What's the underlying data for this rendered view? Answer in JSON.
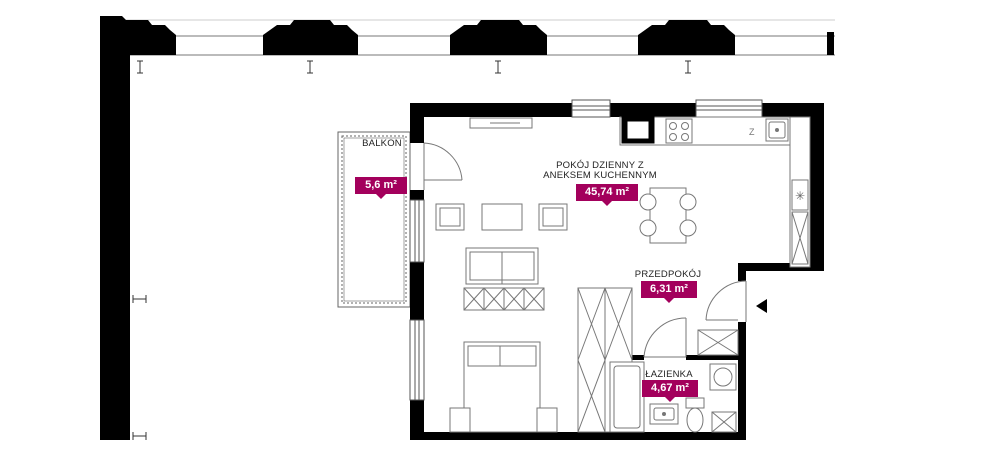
{
  "colors": {
    "accent": "#a3005c",
    "wall": "#000000",
    "line": "#777777",
    "background": "#ffffff"
  },
  "rooms": {
    "balkon": {
      "name": "BALKON",
      "area": "5,6 m²"
    },
    "living": {
      "name_line1": "POKÓJ DZIENNY Z",
      "name_line2": "ANEKSEM KUCHENNYM",
      "area": "45,74 m²"
    },
    "przedpokoj": {
      "name": "PRZEDPOKÓJ",
      "area": "6,31 m²"
    },
    "lazienka": {
      "name": "ŁAZIENKA",
      "area": "4,67 m²"
    }
  },
  "symbols": {
    "entrance": "entrance-arrow-icon",
    "ventilation": "star-vent-icon",
    "fridge": "z-fridge-icon"
  }
}
